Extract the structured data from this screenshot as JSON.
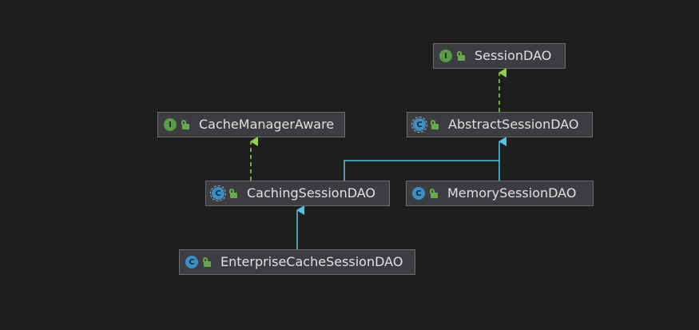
{
  "colors": {
    "background": "#1e1e1e",
    "node_fill": "#3b3d40",
    "node_border": "#6a6c70",
    "text": "#e0e0e0",
    "interface_badge": "#5a9a4a",
    "class_badge": "#3d8fc2",
    "lock": "#6aa84f",
    "extends_edge": "#5bc0de",
    "implements_edge": "#8fd14f"
  },
  "nodes": [
    {
      "id": "session-dao",
      "label": "SessionDAO",
      "kind": "interface",
      "badge": "I",
      "icon": "interface-icon",
      "visibility_icon": "unlock-icon"
    },
    {
      "id": "cache-manager-aware",
      "label": "CacheManagerAware",
      "kind": "interface",
      "badge": "I",
      "icon": "interface-icon",
      "visibility_icon": "unlock-icon"
    },
    {
      "id": "abstract-session-dao",
      "label": "AbstractSessionDAO",
      "kind": "abstract",
      "badge": "C",
      "icon": "abstract-class-icon",
      "visibility_icon": "unlock-icon"
    },
    {
      "id": "caching-session-dao",
      "label": "CachingSessionDAO",
      "kind": "abstract",
      "badge": "C",
      "icon": "abstract-class-icon",
      "visibility_icon": "unlock-icon"
    },
    {
      "id": "memory-session-dao",
      "label": "MemorySessionDAO",
      "kind": "class",
      "badge": "C",
      "icon": "class-icon",
      "visibility_icon": "unlock-icon"
    },
    {
      "id": "enterprise-cache-session-dao",
      "label": "EnterpriseCacheSessionDAO",
      "kind": "class",
      "badge": "C",
      "icon": "class-icon",
      "visibility_icon": "unlock-icon"
    }
  ],
  "edges": [
    {
      "from": "abstract-session-dao",
      "to": "session-dao",
      "type": "implements"
    },
    {
      "from": "caching-session-dao",
      "to": "cache-manager-aware",
      "type": "implements"
    },
    {
      "from": "caching-session-dao",
      "to": "abstract-session-dao",
      "type": "extends"
    },
    {
      "from": "memory-session-dao",
      "to": "abstract-session-dao",
      "type": "extends"
    },
    {
      "from": "enterprise-cache-session-dao",
      "to": "caching-session-dao",
      "type": "extends"
    }
  ]
}
